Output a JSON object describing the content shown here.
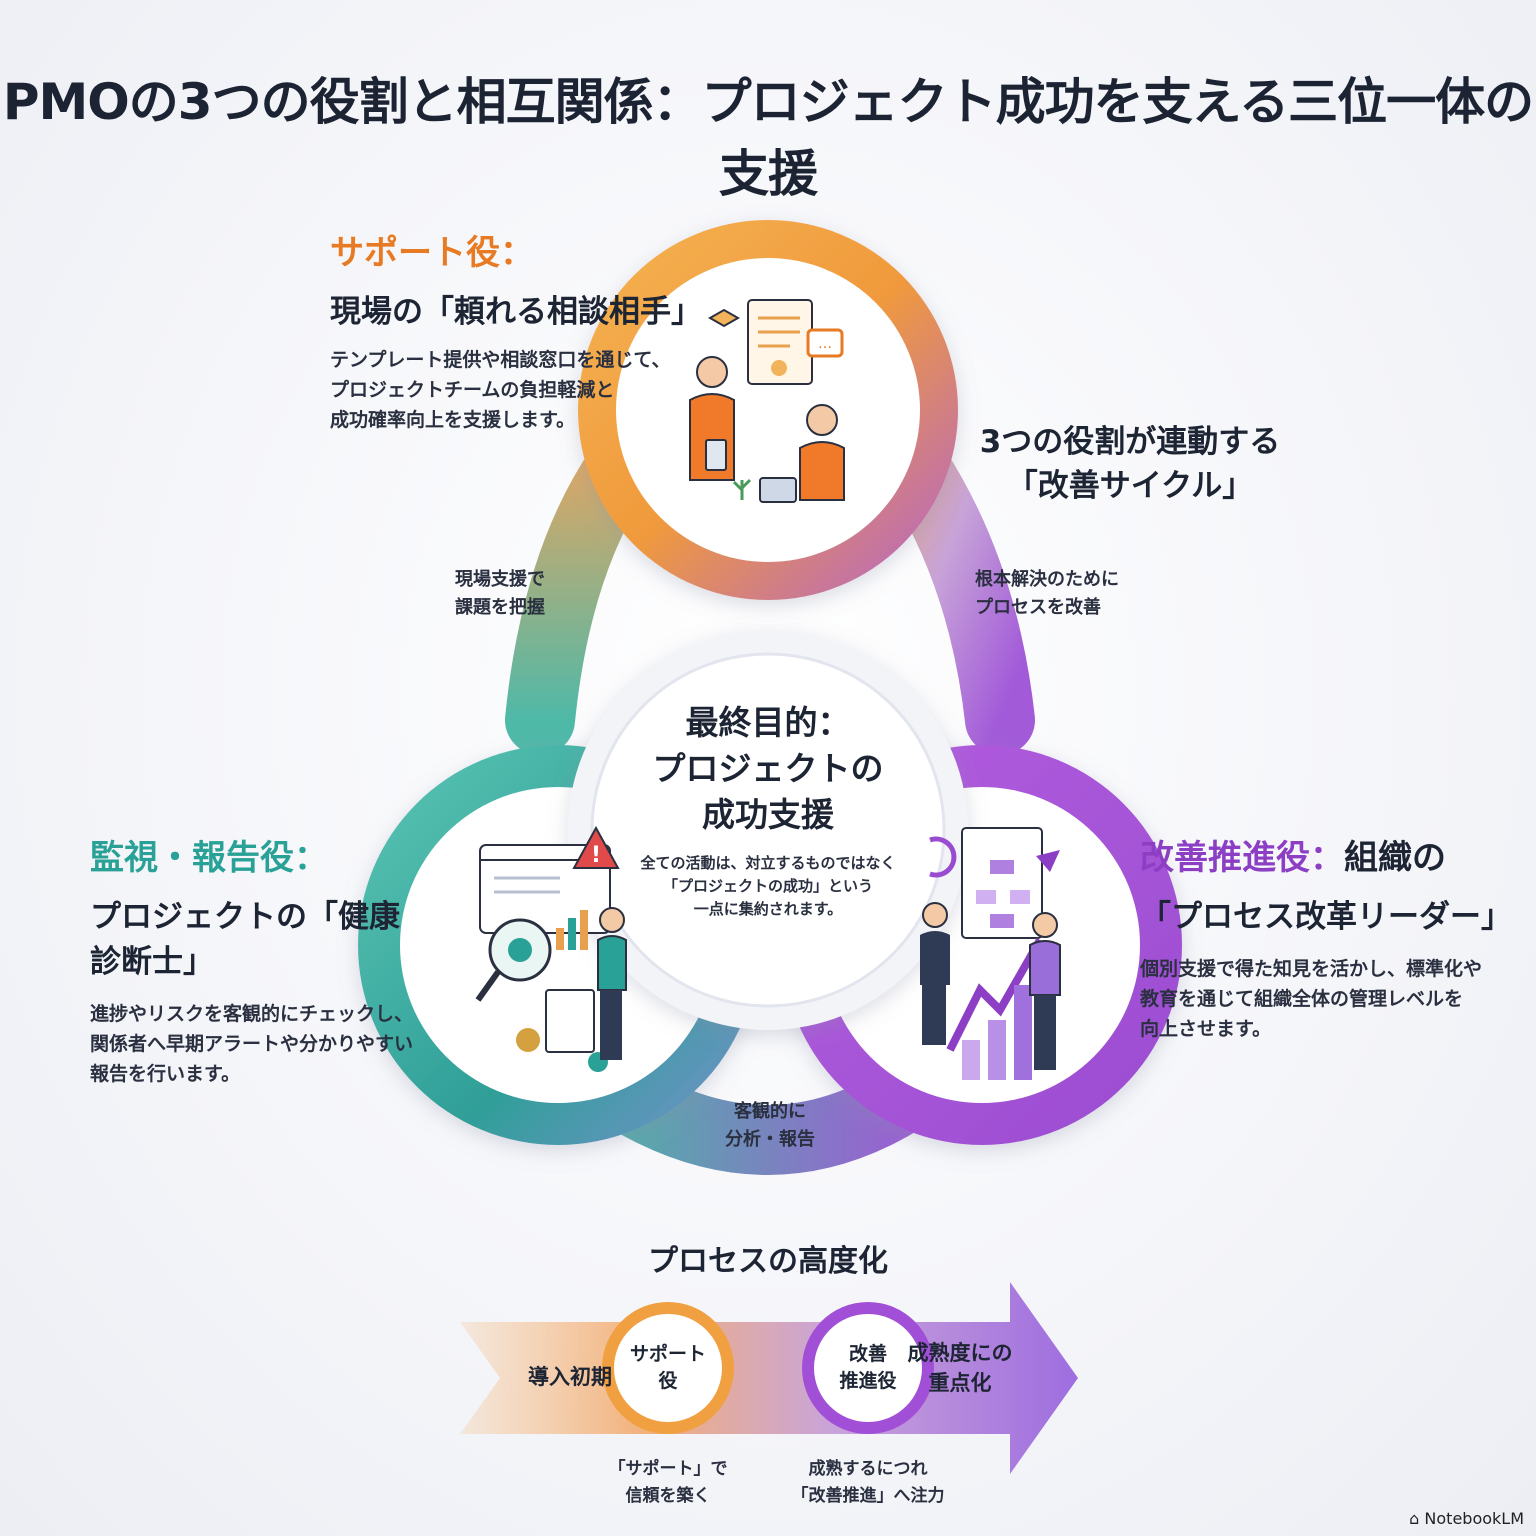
{
  "title": "PMOの3つの役割と相互関係：プロジェクト成功を支える三位一体の支援",
  "colors": {
    "orange": "#f0a040",
    "teal": "#3fb3a5",
    "purple": "#a24fd8",
    "text": "#1d2433"
  },
  "support": {
    "heading": "サポート役：",
    "subtitle": "現場の「頼れる相談相手」",
    "desc": [
      "テンプレート提供や相談窓口を通じて、",
      "プロジェクトチームの負担軽減と",
      "成功確率向上を支援します。"
    ],
    "color": "#e77a22"
  },
  "monitor": {
    "heading": "監視・報告役：",
    "subtitle": "プロジェクトの「健康診断士」",
    "desc": [
      "進捗やリスクを客観的にチェックし、",
      "関係者へ早期アラートや分かりやすい",
      "報告を行います。"
    ],
    "color": "#2aa196"
  },
  "improve": {
    "heading": "改善推進役：",
    "heading_tail": "組織の",
    "subtitle": "「プロセス改革リーダー」",
    "desc": [
      "個別支援で得た知見を活かし、標準化や",
      "教育を通じて組織全体の管理レベルを",
      "向上させます。"
    ],
    "color": "#8c3fc4"
  },
  "cycle": {
    "line1": "3つの役割が連動する",
    "line2": "「改善サイクル」"
  },
  "links": {
    "left": [
      "現場支援で",
      "課題を把握"
    ],
    "right": [
      "根本解決のために",
      "プロセスを改善"
    ],
    "bottom": [
      "客観的に",
      "分析・報告"
    ]
  },
  "center": {
    "title": [
      "最終目的：",
      "プロジェクトの",
      "成功支援"
    ],
    "desc": [
      "全ての活動は、対立するものではなく",
      "「プロジェクトの成功」という",
      "一点に集約されます。"
    ]
  },
  "process": {
    "title": "プロセスの高度化",
    "start": "導入初期",
    "node1": [
      "サポート",
      "役"
    ],
    "node2": [
      "改善",
      "推進役"
    ],
    "end": [
      "成熟度にの",
      "重点化"
    ],
    "foot1": [
      "「サポート」で",
      "信頼を築く"
    ],
    "foot2": [
      "成熟するにつれ",
      "「改善推進」へ注力"
    ]
  },
  "icons": [
    "handshake-icon",
    "document-icon",
    "chat-icon",
    "warning-icon",
    "gear-icon",
    "magnifier-icon",
    "chart-icon",
    "cycle-icon",
    "flowchart-icon",
    "trend-arrow-icon"
  ],
  "brand": "NotebookLM"
}
